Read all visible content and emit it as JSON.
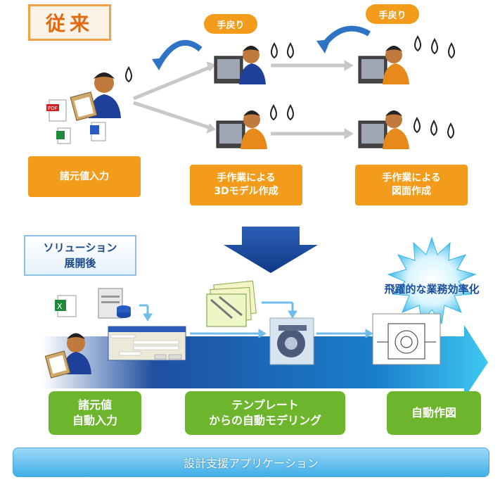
{
  "header_before": "従来",
  "header_after": "ソリューション\n展開後",
  "header_after_line1": "ソリューション",
  "header_after_line2": "展開後",
  "rework_label": "手戻り",
  "step_input_manual": "諸元値入力",
  "step_3d_manual_l1": "手作業による",
  "step_3d_manual_l2": "3Dモデル作成",
  "step_drawing_manual_l1": "手作業による",
  "step_drawing_manual_l2": "図面作成",
  "step_auto_input_l1": "諸元値",
  "step_auto_input_l2": "自動入力",
  "step_template_l1": "テンプレート",
  "step_template_l2": "からの自動モデリング",
  "step_auto_drawing": "自動作図",
  "efficiency_label": "飛躍的な業務効率化",
  "app_label": "設計支援アプリケーション",
  "colors": {
    "orange": "#f39c1b",
    "green": "#6cb52d",
    "blue": "#1a4a9a",
    "light_blue": "#49b3ea"
  }
}
